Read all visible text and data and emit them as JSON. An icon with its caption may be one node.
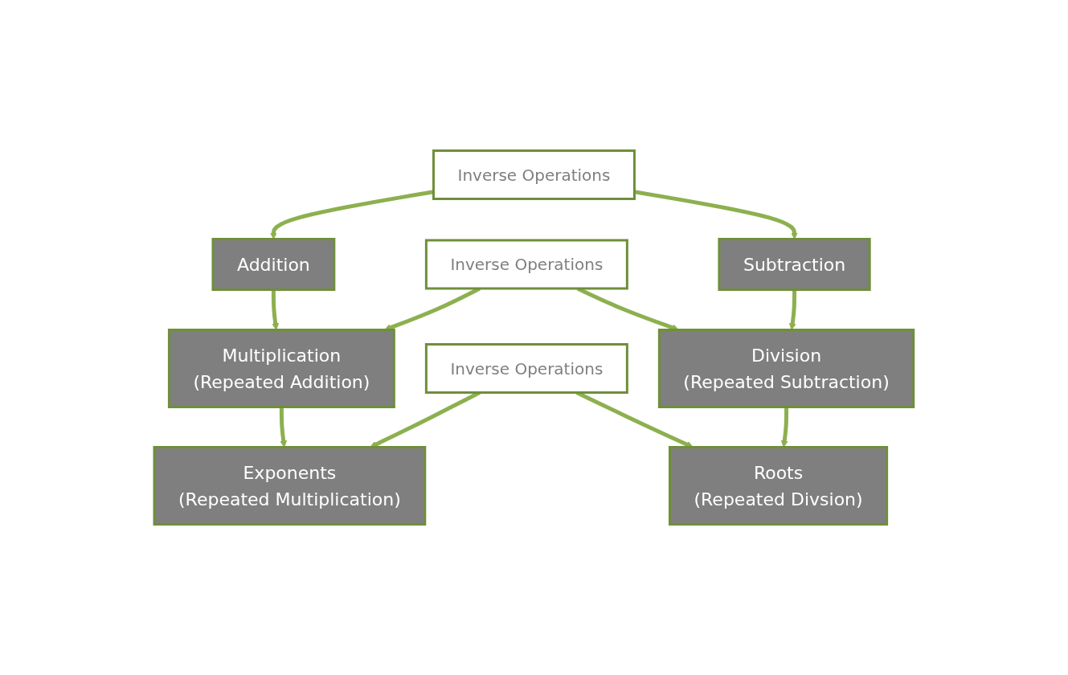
{
  "diagram": {
    "nodes": [
      {
        "text": [
          "Addition"
        ]
      },
      {
        "text": [
          "Inverse Operations"
        ]
      },
      {
        "text": [
          "Subtraction"
        ]
      },
      {
        "text": [
          "Multiplication",
          "(Repeated Addition)"
        ]
      },
      {
        "text": [
          "Inverse Operations"
        ]
      },
      {
        "text": [
          "Division",
          "(Repeated Subtraction)"
        ]
      },
      {
        "text": [
          "Exponents",
          "(Repeated Multiplication)"
        ]
      },
      {
        "text": [
          "Inverse Operations"
        ]
      },
      {
        "text": [
          "Roots",
          "(Repeated Divsion)"
        ]
      }
    ],
    "edges": [
      {
        "from": 1,
        "to": 0,
        "arrow": "to"
      },
      {
        "from": 1,
        "to": 2,
        "arrow": "to"
      },
      {
        "from": 0,
        "to": 3,
        "arrow": "to"
      },
      {
        "from": 2,
        "to": 5,
        "arrow": "to"
      },
      {
        "from": 4,
        "to": 3,
        "arrow": "to"
      },
      {
        "from": 4,
        "to": 5,
        "arrow": "to"
      },
      {
        "from": 3,
        "to": 6,
        "arrow": "to"
      },
      {
        "from": 5,
        "to": 8,
        "arrow": "to"
      },
      {
        "from": 7,
        "to": 6,
        "arrow": "to"
      },
      {
        "from": 7,
        "to": 8,
        "arrow": "to"
      }
    ]
  }
}
